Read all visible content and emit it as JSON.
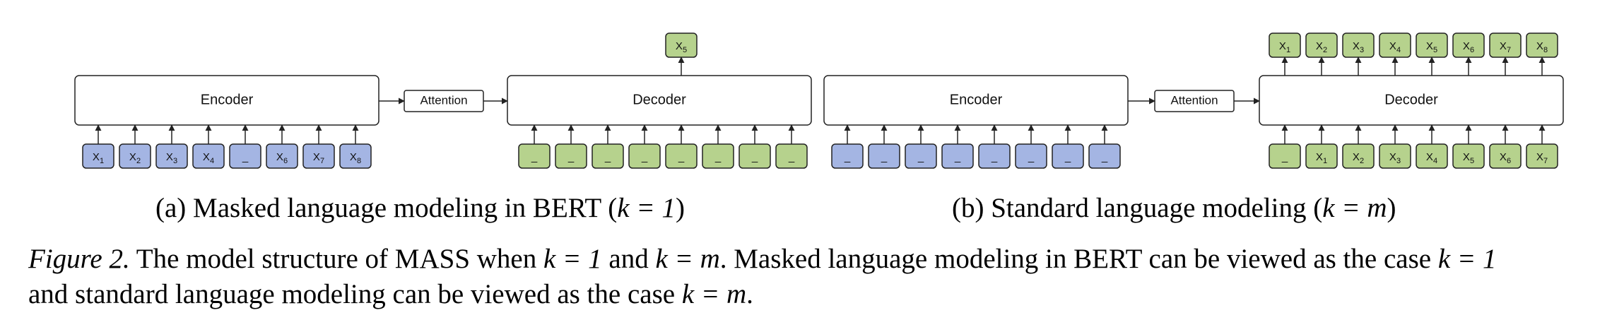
{
  "colors": {
    "blue": "#a4b5e3",
    "green": "#b6d28d",
    "stroke": "#222222"
  },
  "panels": [
    {
      "encoder_label": "Encoder",
      "attention_label": "Attention",
      "decoder_label": "Decoder",
      "encoder_inputs": [
        {
          "base": "X",
          "sub": "1"
        },
        {
          "base": "X",
          "sub": "2"
        },
        {
          "base": "X",
          "sub": "3"
        },
        {
          "base": "X",
          "sub": "4"
        },
        {
          "base": "_",
          "sub": ""
        },
        {
          "base": "X",
          "sub": "6"
        },
        {
          "base": "X",
          "sub": "7"
        },
        {
          "base": "X",
          "sub": "8"
        }
      ],
      "decoder_inputs": [
        {
          "base": "_",
          "sub": ""
        },
        {
          "base": "_",
          "sub": ""
        },
        {
          "base": "_",
          "sub": ""
        },
        {
          "base": "_",
          "sub": ""
        },
        {
          "base": "_",
          "sub": ""
        },
        {
          "base": "_",
          "sub": ""
        },
        {
          "base": "_",
          "sub": ""
        },
        {
          "base": "_",
          "sub": ""
        }
      ],
      "decoder_outputs": [
        null,
        null,
        null,
        null,
        {
          "base": "X",
          "sub": "5"
        },
        null,
        null,
        null
      ]
    },
    {
      "encoder_label": "Encoder",
      "attention_label": "Attention",
      "decoder_label": "Decoder",
      "encoder_inputs": [
        {
          "base": "_",
          "sub": ""
        },
        {
          "base": "_",
          "sub": ""
        },
        {
          "base": "_",
          "sub": ""
        },
        {
          "base": "_",
          "sub": ""
        },
        {
          "base": "_",
          "sub": ""
        },
        {
          "base": "_",
          "sub": ""
        },
        {
          "base": "_",
          "sub": ""
        },
        {
          "base": "_",
          "sub": ""
        }
      ],
      "decoder_inputs": [
        {
          "base": "_",
          "sub": ""
        },
        {
          "base": "X",
          "sub": "1"
        },
        {
          "base": "X",
          "sub": "2"
        },
        {
          "base": "X",
          "sub": "3"
        },
        {
          "base": "X",
          "sub": "4"
        },
        {
          "base": "X",
          "sub": "5"
        },
        {
          "base": "X",
          "sub": "6"
        },
        {
          "base": "X",
          "sub": "7"
        }
      ],
      "decoder_outputs": [
        {
          "base": "X",
          "sub": "1"
        },
        {
          "base": "X",
          "sub": "2"
        },
        {
          "base": "X",
          "sub": "3"
        },
        {
          "base": "X",
          "sub": "4"
        },
        {
          "base": "X",
          "sub": "5"
        },
        {
          "base": "X",
          "sub": "6"
        },
        {
          "base": "X",
          "sub": "7"
        },
        {
          "base": "X",
          "sub": "8"
        }
      ]
    }
  ],
  "subcaptions": {
    "a": {
      "prefix": "(a) Masked language modeling in BERT (",
      "math": "k = 1",
      "suffix": ")"
    },
    "b": {
      "prefix": "(b) Standard language modeling (",
      "math": "k = m",
      "suffix": ")"
    }
  },
  "caption": {
    "label": "Figure 2.",
    "t1": " The model structure of MASS when ",
    "m1": "k = 1",
    "t2": " and ",
    "m2": "k = m",
    "t3": ". Masked language modeling in BERT can be viewed as the case ",
    "m3": "k = 1",
    "t4": "and standard language modeling can be viewed as the case ",
    "m4": "k = m",
    "t5": "."
  }
}
